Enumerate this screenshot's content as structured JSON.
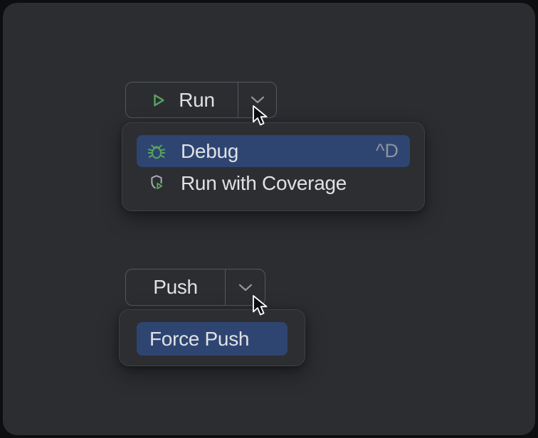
{
  "theme": {
    "frame": "#0d0e10",
    "background": "#2b2d31",
    "panel_background": "#2c2e32",
    "panel_border": "#3d4045",
    "button_border": "#54575d",
    "selection_blue": "#2f4571",
    "text": "#dfe1e5",
    "shortcut_gray": "#8b93a1",
    "chevron_gray": "#92969d",
    "icon_gray": "#adb1b8",
    "accent_green": "#57a35c",
    "cursor_fill": "#0c0d0e",
    "cursor_outline": "#ffffff"
  },
  "run_button": {
    "label": "Run",
    "icon": "play-icon"
  },
  "run_menu": {
    "items": [
      {
        "label": "Debug",
        "icon": "debug-bug-icon",
        "shortcut": "^D",
        "selected": true
      },
      {
        "label": "Run with Coverage",
        "icon": "coverage-shield-icon",
        "shortcut": "",
        "selected": false
      }
    ]
  },
  "push_button": {
    "label": "Push"
  },
  "push_menu": {
    "items": [
      {
        "label": "Force Push",
        "selected": true
      }
    ]
  }
}
